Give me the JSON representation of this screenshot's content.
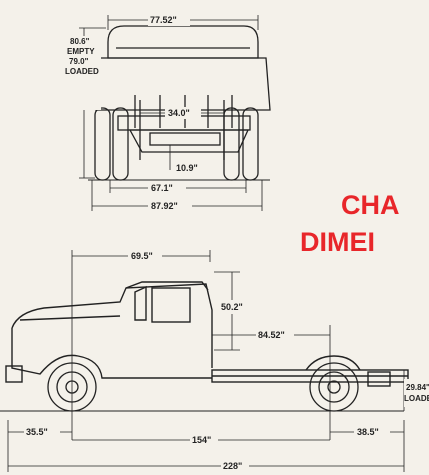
{
  "title": {
    "line1": "CHA",
    "line2": "DIMEI",
    "color": "#e8262a"
  },
  "front_view": {
    "overall_width": "77.52\"",
    "height_empty": "80.6\"",
    "height_empty_label": "EMPTY",
    "height_loaded": "79.0\"",
    "height_loaded_label": "LOADED",
    "frame_width": "34.0\"",
    "ground_clearance": "10.9\"",
    "track": "67.1\"",
    "width_at_duals": "87.92\""
  },
  "side_view": {
    "cab_length": "69.5\"",
    "cab_height": "50.2\"",
    "cab_to_axle": "84.52\"",
    "front_overhang": "35.5\"",
    "wheelbase": "154\"",
    "rear_overhang": "38.5\"",
    "frame_height_loaded": "29.84\"",
    "frame_height_loaded_label": "LOADED",
    "overall_length": "228\""
  }
}
